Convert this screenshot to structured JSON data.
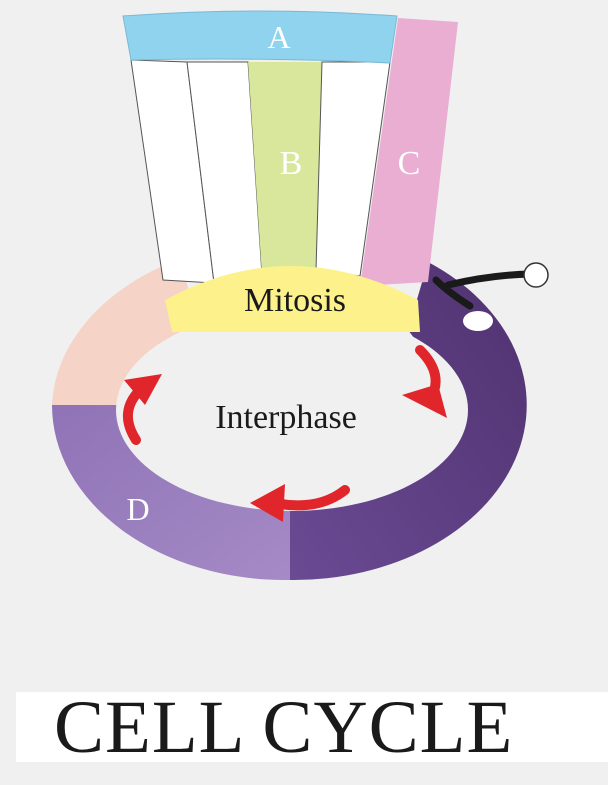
{
  "diagram": {
    "labels": {
      "a": "A",
      "b": "B",
      "c": "C",
      "d": "D",
      "mitosis": "Mitosis",
      "interphase": "Interphase"
    },
    "title": "CELL CYCLE",
    "colors": {
      "background": "#f0f0f0",
      "band_a": "#8fd3ef",
      "band_b": "#d8e79c",
      "band_c": "#e9aed2",
      "mitosis_cap": "#fcf18a",
      "ring_peach": "#f5d3c7",
      "ring_light_purple": "#9a7fbf",
      "ring_dark_purple": "#5f3e86",
      "arrows": "#e0262b",
      "pointer": "#1a1a1a"
    }
  }
}
